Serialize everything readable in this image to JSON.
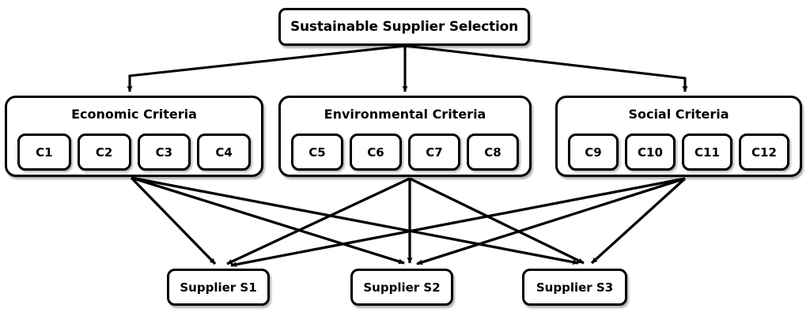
{
  "diagram": {
    "title": "Sustainable Supplier Selection",
    "goal": {
      "label": "Sustainable Supplier Selection"
    },
    "criteria_groups": [
      {
        "id": "economic",
        "label": "Economic Criteria",
        "criteria": [
          {
            "code": "C1"
          },
          {
            "code": "C2"
          },
          {
            "code": "C3"
          },
          {
            "code": "C4"
          }
        ]
      },
      {
        "id": "environmental",
        "label": "Environmental Criteria",
        "criteria": [
          {
            "code": "C5"
          },
          {
            "code": "C6"
          },
          {
            "code": "C7"
          },
          {
            "code": "C8"
          }
        ]
      },
      {
        "id": "social",
        "label": "Social Criteria",
        "criteria": [
          {
            "code": "C9"
          },
          {
            "code": "C10"
          },
          {
            "code": "C11"
          },
          {
            "code": "C12"
          }
        ]
      }
    ],
    "alternatives": [
      {
        "id": "s1",
        "label": "Supplier S1"
      },
      {
        "id": "s2",
        "label": "Supplier S2"
      },
      {
        "id": "s3",
        "label": "Supplier S3"
      }
    ],
    "style": {
      "line_color": "#000000",
      "node_fill": "#ffffff",
      "node_border": "#000000",
      "text_color": "#000000"
    }
  }
}
